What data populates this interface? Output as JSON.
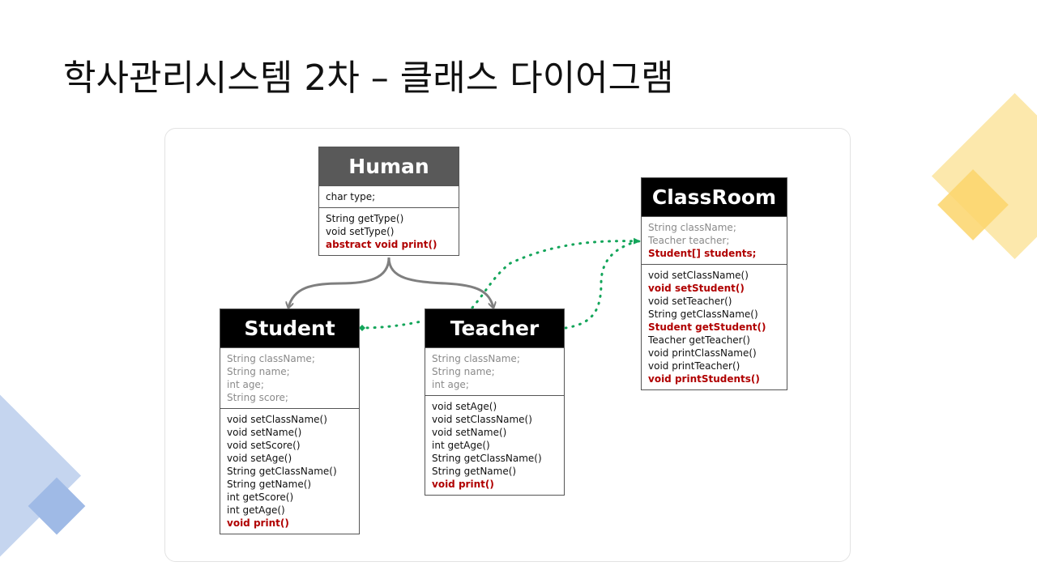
{
  "page": {
    "title": "학사관리시스템 2차 – 클래스 다이어그램"
  },
  "colors": {
    "association": "#13a55a",
    "inheritance": "#7f7f7f",
    "highlight": "#b00000",
    "header": "#000000",
    "header_abstract": "#595959"
  },
  "classes": {
    "human": {
      "name": "Human",
      "attributes": [
        {
          "text": "char type;",
          "highlight": false
        }
      ],
      "methods": [
        {
          "text": "String getType()",
          "highlight": false
        },
        {
          "text": "void setType()",
          "highlight": false
        },
        {
          "text": "abstract void print()",
          "highlight": true
        }
      ]
    },
    "student": {
      "name": "Student",
      "attributes": [
        {
          "text": "String className;",
          "highlight": false
        },
        {
          "text": "String name;",
          "highlight": false
        },
        {
          "text": "int age;",
          "highlight": false
        },
        {
          "text": "String score;",
          "highlight": false
        }
      ],
      "methods": [
        {
          "text": "void setClassName()",
          "highlight": false
        },
        {
          "text": "void setName()",
          "highlight": false
        },
        {
          "text": "void setScore()",
          "highlight": false
        },
        {
          "text": "void setAge()",
          "highlight": false
        },
        {
          "text": "String getClassName()",
          "highlight": false
        },
        {
          "text": "String getName()",
          "highlight": false
        },
        {
          "text": "int getScore()",
          "highlight": false
        },
        {
          "text": "int getAge()",
          "highlight": false
        },
        {
          "text": "void print()",
          "highlight": true
        }
      ]
    },
    "teacher": {
      "name": "Teacher",
      "attributes": [
        {
          "text": "String className;",
          "highlight": false
        },
        {
          "text": "String name;",
          "highlight": false
        },
        {
          "text": "int age;",
          "highlight": false
        }
      ],
      "methods": [
        {
          "text": "void setAge()",
          "highlight": false
        },
        {
          "text": "void setClassName()",
          "highlight": false
        },
        {
          "text": "void setName()",
          "highlight": false
        },
        {
          "text": "int getAge()",
          "highlight": false
        },
        {
          "text": "String getClassName()",
          "highlight": false
        },
        {
          "text": "String getName()",
          "highlight": false
        },
        {
          "text": "void print()",
          "highlight": true
        }
      ]
    },
    "classroom": {
      "name": "ClassRoom",
      "attributes": [
        {
          "text": "String className;",
          "highlight": false
        },
        {
          "text": "Teacher teacher;",
          "highlight": false
        },
        {
          "text": "Student[]  students;",
          "highlight": true
        }
      ],
      "methods": [
        {
          "text": "void setClassName()",
          "highlight": false
        },
        {
          "text": "void setStudent()",
          "highlight": true
        },
        {
          "text": "void setTeacher()",
          "highlight": false
        },
        {
          "text": "String getClassName()",
          "highlight": false
        },
        {
          "text": "Student  getStudent()",
          "highlight": true
        },
        {
          "text": "Teacher getTeacher()",
          "highlight": false
        },
        {
          "text": "void printClassName()",
          "highlight": false
        },
        {
          "text": "void printTeacher()",
          "highlight": false
        },
        {
          "text": "void printStudents()",
          "highlight": true
        }
      ]
    }
  }
}
